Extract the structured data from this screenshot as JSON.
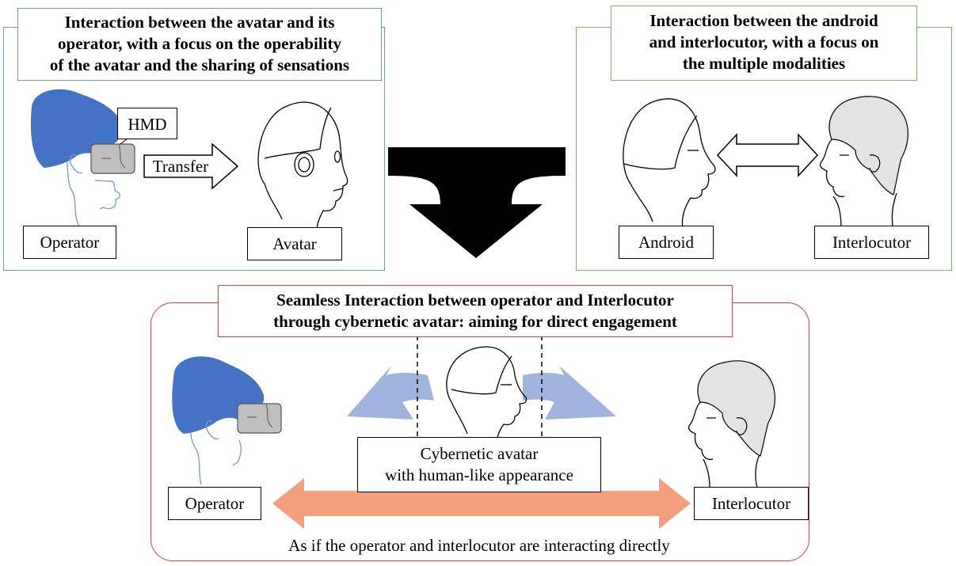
{
  "top_left": {
    "title": [
      "Interaction between the avatar and its",
      "operator, with a focus on the operability",
      "of the avatar and the sharing of sensations"
    ],
    "hmd_label": "HMD",
    "transfer_label": "Transfer",
    "operator_label": "Operator",
    "avatar_label": "Avatar"
  },
  "top_right": {
    "title": [
      "Interaction between the android",
      "and interlocutor, with a focus on",
      "the multiple modalities"
    ],
    "android_label": "Android",
    "interlocutor_label": "Interlocutor"
  },
  "bottom": {
    "title": [
      "Seamless Interaction between operator and Interlocutor",
      "through cybernetic avatar: aiming for direct engagement"
    ],
    "avatar_caption": [
      "Cybernetic avatar",
      "with human-like appearance"
    ],
    "operator_label": "Operator",
    "interlocutor_label": "Interlocutor",
    "footer": "As if the operator and interlocutor are interacting directly"
  },
  "colors": {
    "blue_border": "#6d9ad4",
    "green_border": "#7db35a",
    "red_border": "#e83a3a",
    "operator_hair": "#4472c4",
    "hmd_gray": "#bfbfbf",
    "interlocutor_hair": "#e3e3e3",
    "light_blue_arrow": "#9fb4de",
    "salmon_arrow": "#f3a07e"
  }
}
